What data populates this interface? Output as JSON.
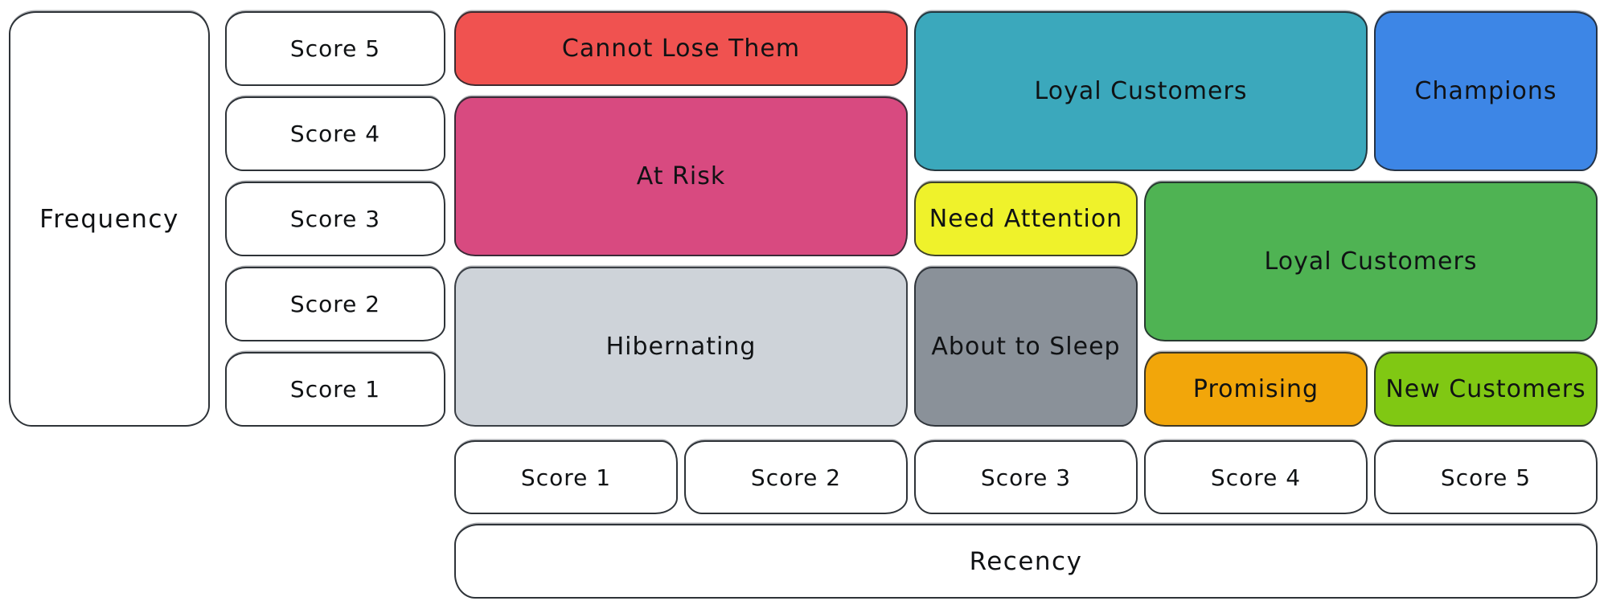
{
  "diagram": {
    "type": "rfm-customer-segmentation-matrix",
    "axes": {
      "frequency": {
        "label": "Frequency",
        "scores": [
          "Score 5",
          "Score 4",
          "Score 3",
          "Score 2",
          "Score 1"
        ]
      },
      "recency": {
        "label": "Recency",
        "scores": [
          "Score 1",
          "Score 2",
          "Score 3",
          "Score 4",
          "Score 5"
        ]
      }
    },
    "segments": [
      {
        "label": "Cannot Lose Them",
        "color": "#f05250"
      },
      {
        "label": "At Risk",
        "color": "#d84a80"
      },
      {
        "label": "Hibernating",
        "color": "#ced3d9"
      },
      {
        "label": "Loyal Customers",
        "color": "#3ba8bc"
      },
      {
        "label": "Champions",
        "color": "#3d86e6"
      },
      {
        "label": "Need Attention",
        "color": "#eff22b"
      },
      {
        "label": "Loyal Customers",
        "color": "#4fb353"
      },
      {
        "label": "About to Sleep",
        "color": "#8a9199"
      },
      {
        "label": "Promising",
        "color": "#f2a60a"
      },
      {
        "label": "New Customers",
        "color": "#80c813"
      }
    ]
  }
}
